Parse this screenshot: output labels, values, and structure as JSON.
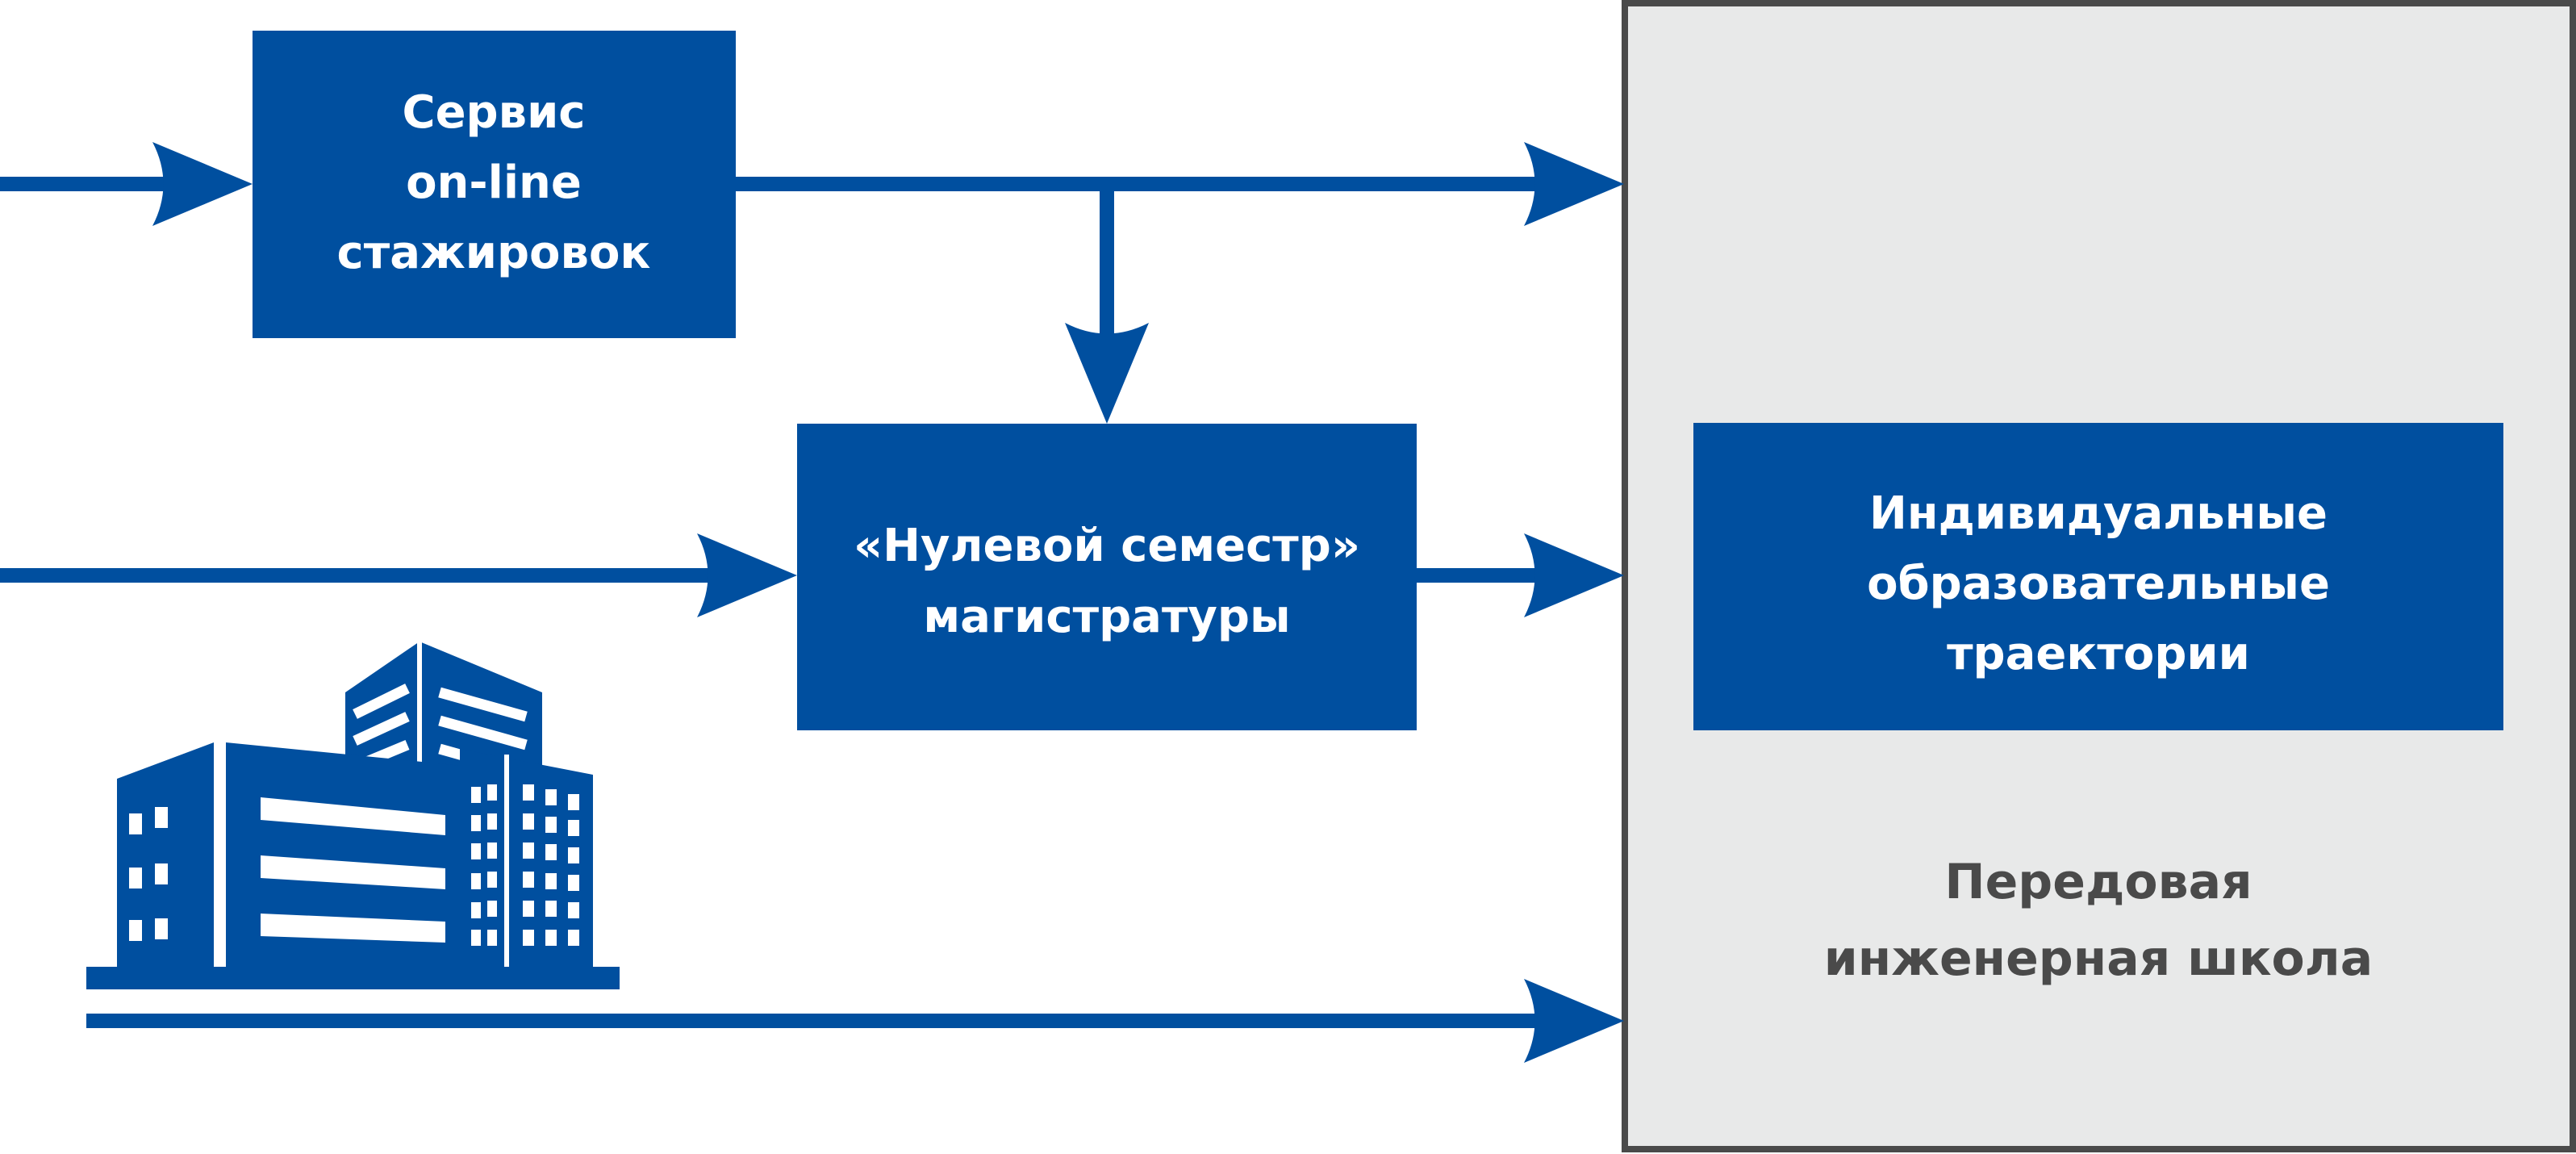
{
  "colors": {
    "primary": "#004f9f",
    "panel_fill": "#e8e9e9",
    "panel_border": "#4a4a4a",
    "box_text": "#ffffff",
    "school_text": "#4a4a4a"
  },
  "boxes": {
    "internship": {
      "lines": [
        "Сервис",
        "on-line",
        "стажировок"
      ]
    },
    "zero_semester": {
      "lines": [
        "«Нулевой семестр»",
        "магистратуры"
      ]
    },
    "trajectories": {
      "lines": [
        "Индивидуальные",
        "образовательные",
        "траектории"
      ]
    }
  },
  "school_panel": {
    "lines": [
      "Передовая",
      "инженерная школа"
    ]
  },
  "icons": {
    "building": "office-building-icon"
  }
}
